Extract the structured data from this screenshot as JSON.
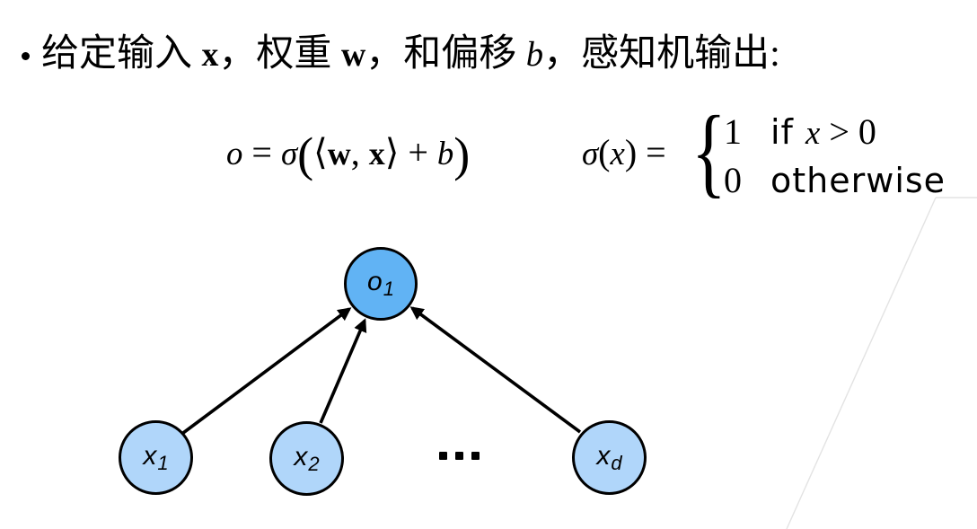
{
  "bullet_line": {
    "bullet": "·",
    "segments": [
      {
        "t": "给定输入 "
      },
      {
        "t": "x"
      },
      {
        "t": "，权重 "
      },
      {
        "t": "w"
      },
      {
        "t": "，和偏移 "
      },
      {
        "t": "b"
      },
      {
        "t": "，感知机输出:"
      }
    ]
  },
  "formula": {
    "main": [
      {
        "t": "o"
      },
      {
        "t": " = "
      },
      {
        "t": "σ"
      },
      {
        "t": "("
      },
      {
        "t": "⟨"
      },
      {
        "t": "w"
      },
      {
        "t": ", "
      },
      {
        "t": "x"
      },
      {
        "t": "⟩"
      },
      {
        "t": " + "
      },
      {
        "t": "b"
      },
      {
        "t": ")"
      }
    ],
    "sigma_def": [
      {
        "t": "σ"
      },
      {
        "t": "("
      },
      {
        "t": "x"
      },
      {
        "t": ") = "
      }
    ],
    "brace": "{",
    "cases": [
      {
        "value": "1",
        "cond": [
          {
            "t": "if "
          },
          {
            "t": "x"
          },
          {
            "t": " > 0"
          }
        ]
      },
      {
        "value": "0",
        "cond": [
          {
            "t": "otherwise"
          }
        ]
      }
    ]
  },
  "diagram": {
    "output_node": {
      "base": "o",
      "sub": "1"
    },
    "input_nodes": [
      {
        "base": "x",
        "sub": "1"
      },
      {
        "base": "x",
        "sub": "2"
      },
      {
        "base": "x",
        "sub": "d"
      }
    ],
    "ellipsis": "···",
    "edges": [
      "x1→o1",
      "x2→o1",
      "xd→o1"
    ]
  },
  "colors": {
    "output_node_fill": "#61B3F4",
    "input_node_fill": "#B0D6FA",
    "node_border": "#000000",
    "arrow": "#000000",
    "decor_line": "#e3e3e3"
  }
}
